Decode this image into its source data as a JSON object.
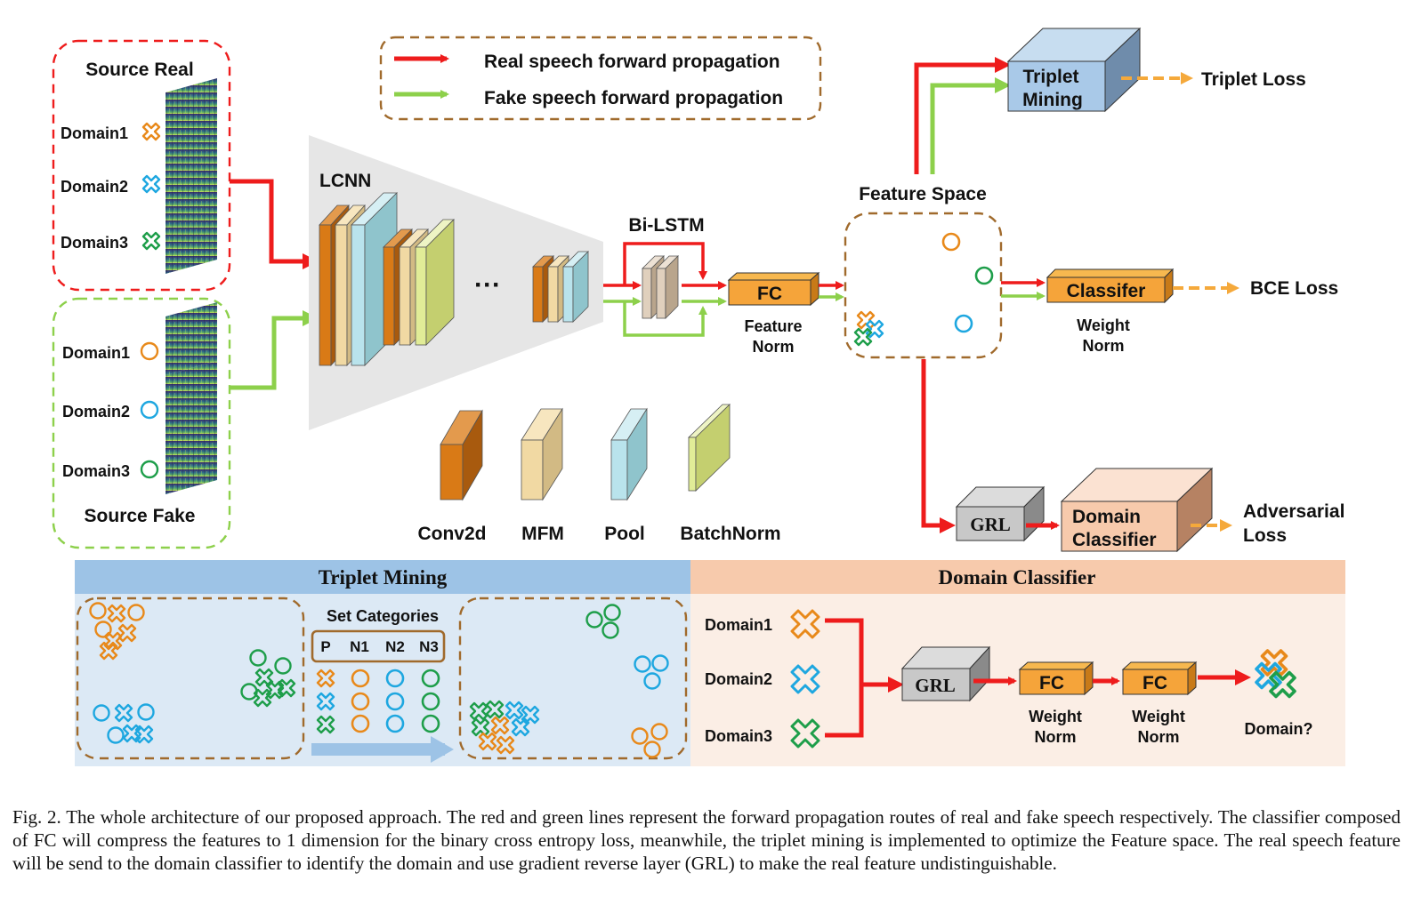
{
  "legend": {
    "real": "Real speech forward propagation",
    "fake": "Fake speech forward propagation"
  },
  "source_real": {
    "title": "Source Real",
    "domains": [
      "Domain1",
      "Domain2",
      "Domain3"
    ]
  },
  "source_fake": {
    "title": "Source Fake",
    "domains": [
      "Domain1",
      "Domain2",
      "Domain3"
    ]
  },
  "network": {
    "lcnn_label": "LCNN",
    "ellipsis": "···",
    "bilstm_label": "Bi-LSTM",
    "fc_label": "FC",
    "fc_note_line1": "Feature",
    "fc_note_line2": "Norm"
  },
  "layer_legend": [
    "Conv2d",
    "MFM",
    "Pool",
    "BatchNorm"
  ],
  "feature_space": {
    "title": "Feature Space"
  },
  "triplet_block": {
    "line1": "Triplet",
    "line2": "Mining",
    "loss": "Triplet Loss"
  },
  "classifier_block": {
    "label": "Classifer",
    "note_line1": "Weight",
    "note_line2": "Norm",
    "loss": "BCE Loss"
  },
  "domain_branch": {
    "grl": "GRL",
    "clf_line1": "Domain",
    "clf_line2": "Classifier",
    "loss_line1": "Adversarial",
    "loss_line2": "Loss"
  },
  "triplet_panel": {
    "header": "Triplet Mining",
    "set_title": "Set Categories",
    "columns": [
      "P",
      "N1",
      "N2",
      "N3"
    ]
  },
  "domain_panel": {
    "header": "Domain Classifier",
    "domains": [
      "Domain1",
      "Domain2",
      "Domain3"
    ],
    "grl": "GRL",
    "fc1": "FC",
    "fc2": "FC",
    "note_line1": "Weight",
    "note_line2": "Norm",
    "output": "Domain?"
  },
  "caption": "Fig. 2.   The whole architecture of our proposed approach. The red and green lines represent the forward propagation routes of real and fake speech respectively. The classifier composed of FC will compress the features to 1 dimension for the binary cross entropy loss, meanwhile, the triplet mining is implemented to optimize the Feature space. The real speech feature will be send to the domain classifier to identify the domain and use gradient reverse layer (GRL) to make the real feature undistinguishable.",
  "colors": {
    "real": "#ee1c1c",
    "fake": "#8dd04b",
    "orange_loss": "#f5a93b",
    "domain1": "#e8891a",
    "domain2": "#1ea7e0",
    "domain3": "#1e9e4a",
    "conv": "#d97a16",
    "mfm": "#f1d9a3",
    "pool": "#b9e3ec",
    "batchnorm": "#e1ec97",
    "triplet_panel": "#dce9f5",
    "triplet_header": "#9dc3e6",
    "domain_panel": "#fbeee5",
    "domain_header": "#f7caac"
  }
}
